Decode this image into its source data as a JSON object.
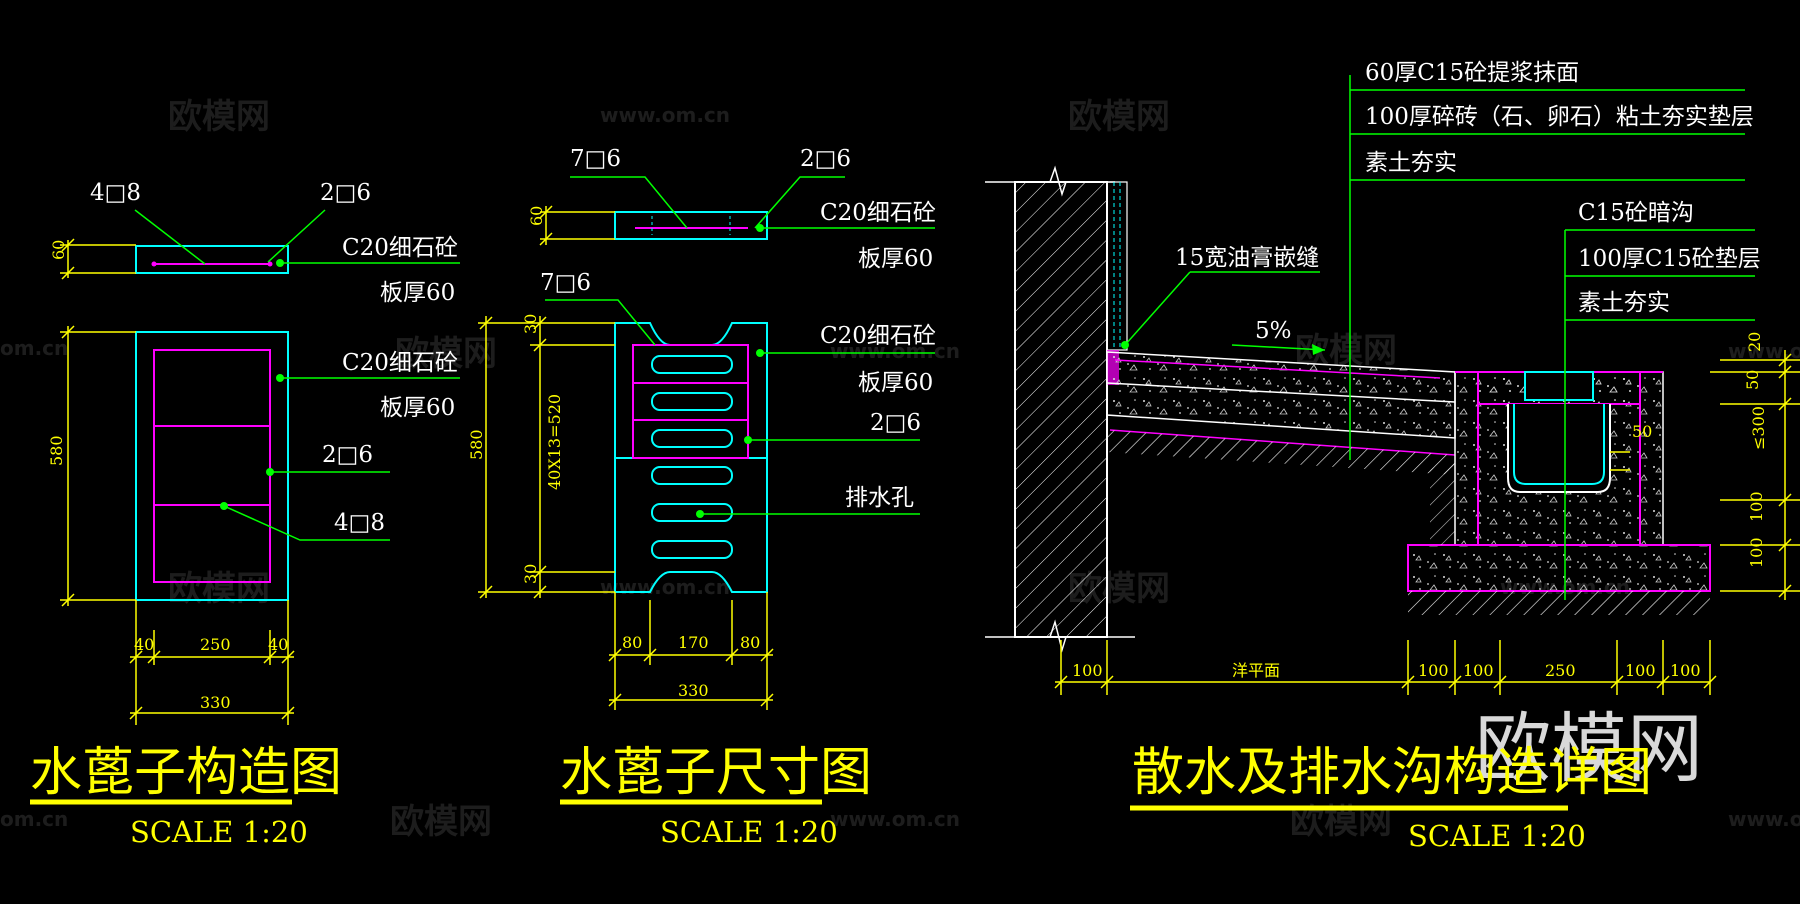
{
  "watermarks": {
    "brand": "欧模网",
    "url": "www.om.cn",
    "big": "欧模网",
    "partial": "om.cn"
  },
  "colors": {
    "background": "#000000",
    "cyan": "#00ffff",
    "magenta": "#ff00ff",
    "green": "#00ff00",
    "yellow": "#ffff00",
    "white": "#ffffff"
  },
  "drawing1": {
    "title": "水蓖子构造图",
    "scale": "SCALE 1:20",
    "labels": {
      "rebar_top_left": "4□8",
      "rebar_top_right": "2□6",
      "slab1_line1": "C20细石砼",
      "slab1_line2": "板厚60",
      "slab2_line1": "C20细石砼",
      "slab2_line2": "板厚60",
      "rebar_mid": "2□6",
      "rebar_bottom": "4□8"
    },
    "dims": {
      "thickness": "60",
      "height": "580",
      "w_left": "40",
      "w_mid": "250",
      "w_right": "40",
      "w_total": "330"
    }
  },
  "drawing2": {
    "title": "水蓖子尺寸图",
    "scale": "SCALE 1:20",
    "labels": {
      "rebar_top_left": "7□6",
      "rebar_top_right": "2□6",
      "slab1_line1": "C20细石砼",
      "slab1_line2": "板厚60",
      "rebar_left2": "7□6",
      "slab2_line1": "C20细石砼",
      "slab2_line2": "板厚60",
      "rebar_right": "2□6",
      "drain_hole": "排水孔"
    },
    "dims": {
      "thickness": "60",
      "top": "30",
      "slots": "40X13=520",
      "bottom": "30",
      "height": "580",
      "w_left": "80",
      "w_mid": "170",
      "w_right": "80",
      "w_total": "330"
    }
  },
  "drawing3": {
    "title": "散水及排水沟构造详图",
    "scale": "SCALE 1:20",
    "labels": {
      "layer1": "60厚C15砼提浆抹面",
      "layer2": "100厚碎砖（石、卵石）粘土夯实垫层",
      "layer3": "素土夯实",
      "joint": "15宽油膏嵌缝",
      "slope": "5%",
      "ditch1": "C15砼暗沟",
      "ditch2": "100厚C15砼垫层",
      "ditch3": "素土夯实"
    },
    "dims": {
      "d100a": "100",
      "span": "洋平面",
      "d100b": "100",
      "d100c": "100",
      "d250": "250",
      "d100d": "100",
      "d100e": "100",
      "v20": "20",
      "v50": "50",
      "v300": "≤300",
      "v100a": "100",
      "v100b": "100",
      "inner50": "50"
    }
  }
}
